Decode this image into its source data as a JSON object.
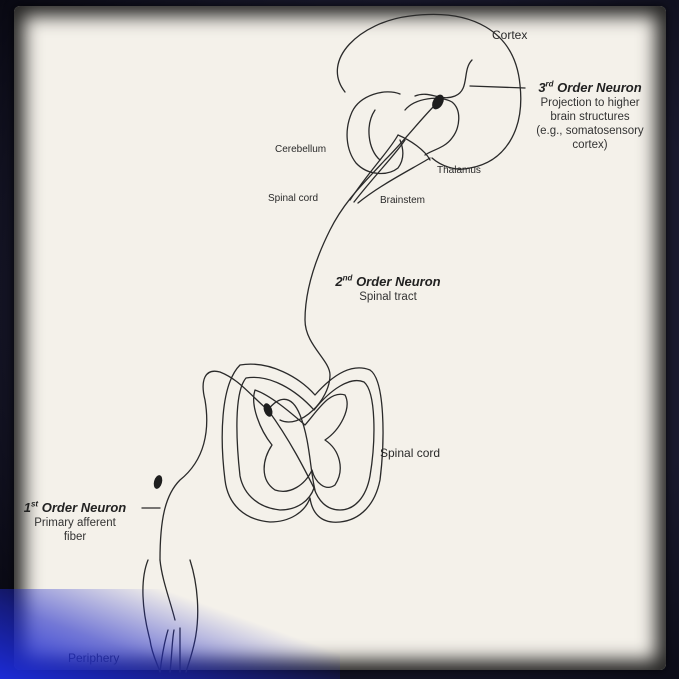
{
  "labels": {
    "cortex": "Cortex",
    "cerebellum": "Cerebellum",
    "thalamus": "Thalamus",
    "spinal_cord_top": "Spinal cord",
    "brainstem": "Brainstem",
    "spinal_cord_side": "Spinal cord",
    "periphery": "Periphery"
  },
  "third_order": {
    "num": "3",
    "sup": "rd",
    "title": "Order Neuron",
    "lines": [
      "Projection to higher",
      "brain structures",
      "(e.g., somatosensory",
      "cortex)"
    ]
  },
  "second_order": {
    "num": "2",
    "sup": "nd",
    "title": "Order Neuron",
    "lines": [
      "Spinal tract"
    ]
  },
  "first_order": {
    "num": "1",
    "sup": "st",
    "title": "Order Neuron",
    "lines": [
      "Primary afferent",
      "fiber"
    ]
  },
  "colors": {
    "paper": "#f4f1ea",
    "ink": "#2a2a2a",
    "frame_accent": "#1c2bd6"
  }
}
